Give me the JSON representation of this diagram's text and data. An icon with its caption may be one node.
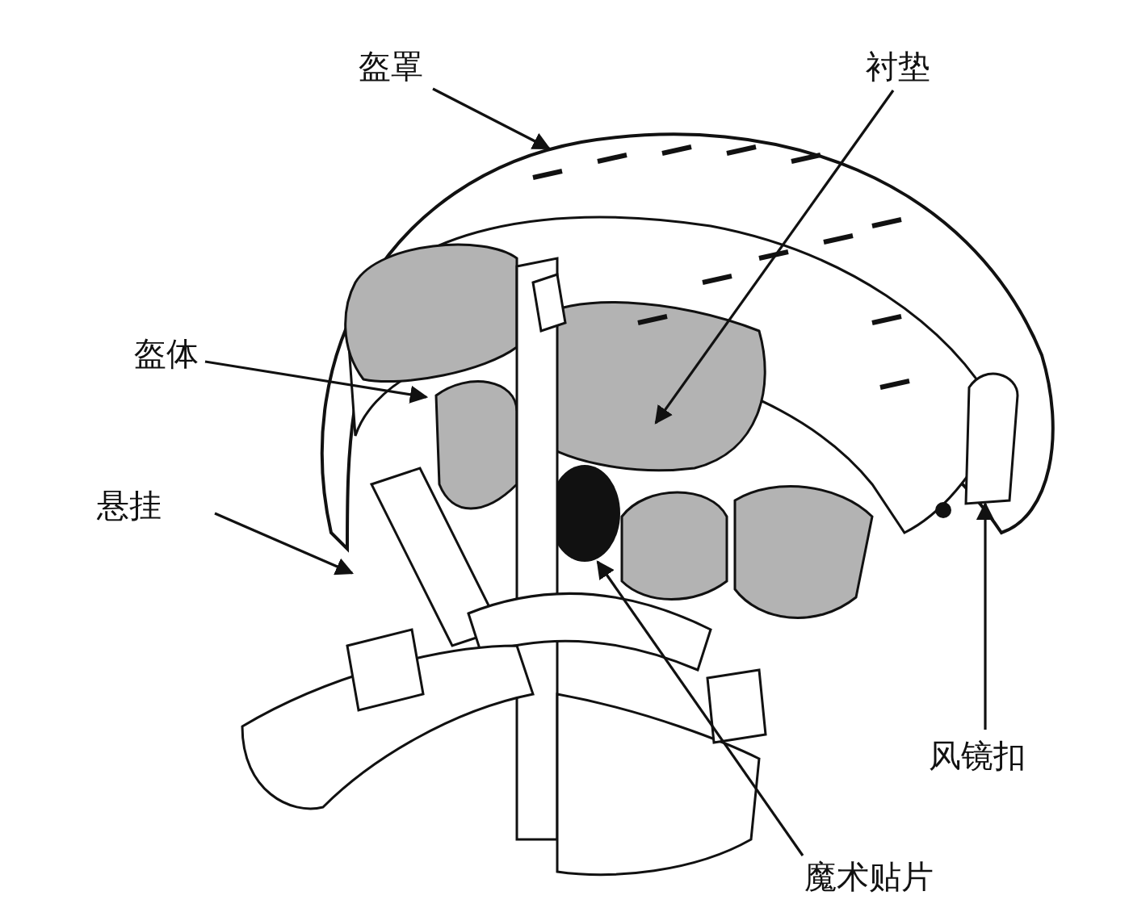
{
  "diagram": {
    "nodes": [
      {
        "text": [
          "盔罩"
        ]
      },
      {
        "text": [
          "衬垫"
        ]
      },
      {
        "text": [
          "盔体"
        ]
      },
      {
        "text": [
          "悬挂"
        ]
      },
      {
        "text": [
          "风镜扣"
        ]
      },
      {
        "text": [
          "魔术贴片"
        ]
      }
    ],
    "edges": [
      {
        "from": 0,
        "to": null,
        "arrow": "to"
      },
      {
        "from": 1,
        "to": null,
        "arrow": "to"
      },
      {
        "from": 2,
        "to": null,
        "arrow": "to"
      },
      {
        "from": 3,
        "to": null,
        "arrow": "to"
      },
      {
        "from": 4,
        "to": null,
        "arrow": "to"
      },
      {
        "from": 5,
        "to": null,
        "arrow": "to"
      }
    ]
  }
}
